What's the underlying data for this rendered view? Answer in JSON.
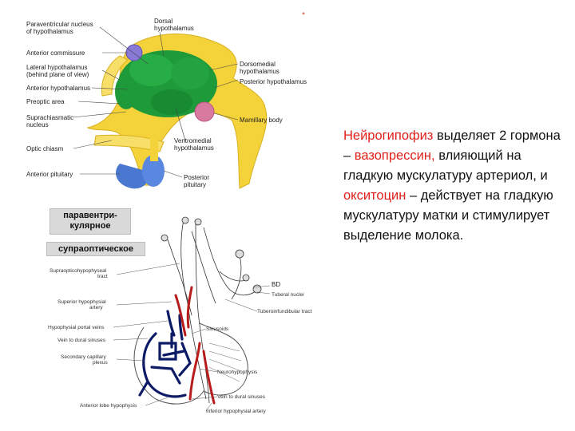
{
  "corner_mark": "*",
  "top_diagram": {
    "labels_left": [
      {
        "id": "paraventricular",
        "line1": "Paraventricular nucleus",
        "line2": "of hypothalamus"
      },
      {
        "id": "anterior-commissure",
        "line1": "Anterior commissure",
        "line2": ""
      },
      {
        "id": "lateral-hypothalamus",
        "line1": "Lateral hypothalamus",
        "line2": "(behind plane of view)"
      },
      {
        "id": "anterior-hypothalamus",
        "line1": "Anterior hypothalamus",
        "line2": ""
      },
      {
        "id": "preoptic-area",
        "line1": "Preoptic area",
        "line2": ""
      },
      {
        "id": "suprachiasmatic",
        "line1": "Suprachiasmatic",
        "line2": "nucleus"
      },
      {
        "id": "optic-chiasm",
        "line1": "Optic chiasm",
        "line2": ""
      },
      {
        "id": "anterior-pituitary",
        "line1": "Anterior pituitary",
        "line2": ""
      }
    ],
    "labels_right": [
      {
        "id": "dorsal-hypothalamus",
        "line1": "Dorsal",
        "line2": "hypothalamus"
      },
      {
        "id": "dorsomedial",
        "line1": "Dorsomedial",
        "line2": "hypothalamus"
      },
      {
        "id": "posterior-hypothalamus",
        "line1": "Posterior hypothalamus",
        "line2": ""
      },
      {
        "id": "mamillary-body",
        "line1": "Mamillary body",
        "line2": ""
      },
      {
        "id": "ventromedial",
        "line1": "Ventromedial",
        "line2": "hypothalamus"
      },
      {
        "id": "posterior-pituitary",
        "line1": "Posterior",
        "line2": "pituitary"
      }
    ]
  },
  "overlay_labels": {
    "paraventricular": "паравентри-\nкулярное",
    "supraoptic": "супраоптическое"
  },
  "bottom_diagram": {
    "labels_left": [
      {
        "id": "supraopticohypophyseal",
        "line1": "Supraopticohypophyseal",
        "line2": "tract"
      },
      {
        "id": "superior-hypophysial-artery",
        "line1": "Superior hypophysial",
        "line2": "artery"
      },
      {
        "id": "hypophysial-portal-veins",
        "line1": "Hypophysial portal veins",
        "line2": ""
      },
      {
        "id": "vein-to-dural-sinuses-left",
        "line1": "Vein to dural sinuses",
        "line2": ""
      },
      {
        "id": "secondary-capillary-plexus",
        "line1": "Secondary capillary",
        "line2": "plexus"
      },
      {
        "id": "anterior-lobe-hypophysis",
        "line1": "Anterior lobe hypophysis",
        "line2": ""
      }
    ],
    "labels_right": [
      {
        "id": "bd",
        "line1": "BD",
        "line2": ""
      },
      {
        "id": "tuberal-nuclei",
        "line1": "Tuberal nuclei",
        "line2": ""
      },
      {
        "id": "tuberoinfundibular-tract",
        "line1": "Tuberoinfundibular tract",
        "line2": ""
      },
      {
        "id": "sinusoids",
        "line1": "Sinusoids",
        "line2": ""
      },
      {
        "id": "neurohypophysis",
        "line1": "Neurohypophysis",
        "line2": ""
      },
      {
        "id": "vein-to-dural-sinuses-right",
        "line1": "Vein to dural sinuses",
        "line2": ""
      },
      {
        "id": "inferior-hypophysial-artery",
        "line1": "Inferior hypophysial artery",
        "line2": ""
      }
    ]
  },
  "text": {
    "p1": "Нейрогипофиз",
    "p2": " выделяет 2 гормона – ",
    "p3": "вазопрессин,",
    "p4": " влияющий на гладкую мускулатуру артериол, и ",
    "p5": "окситоцин",
    "p6": " – действует на гладкую мускулатуру матки и стимулирует выделение молока."
  },
  "colors": {
    "green": "#1e9a3a",
    "yellow": "#f4d23a",
    "blue": "#4a78d0",
    "purple": "#8a7ad8",
    "pink": "#d87aa0",
    "vein": "#0d1a66",
    "artery": "#b81c1c",
    "accent_red": "#e0201a"
  }
}
